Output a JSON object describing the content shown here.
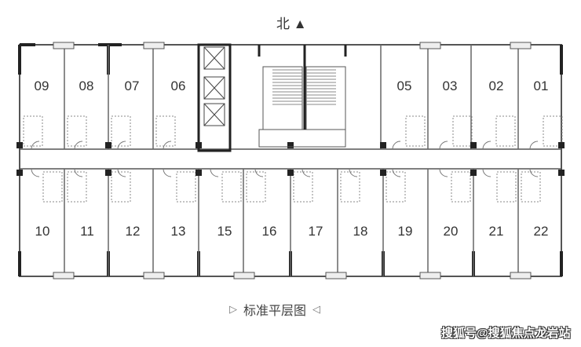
{
  "north_label": "北",
  "north_arrow_icon": "north-arrow-icon",
  "rooms_north_left": [
    "09",
    "08",
    "07",
    "06"
  ],
  "rooms_north_right": [
    "05",
    "03",
    "02",
    "01"
  ],
  "rooms_south": [
    "10",
    "11",
    "12",
    "13",
    "15",
    "16",
    "17",
    "18",
    "19",
    "20",
    "21",
    "22"
  ],
  "caption": "标准平层图",
  "watermark": "搜狐号@搜狐焦点龙岩站"
}
